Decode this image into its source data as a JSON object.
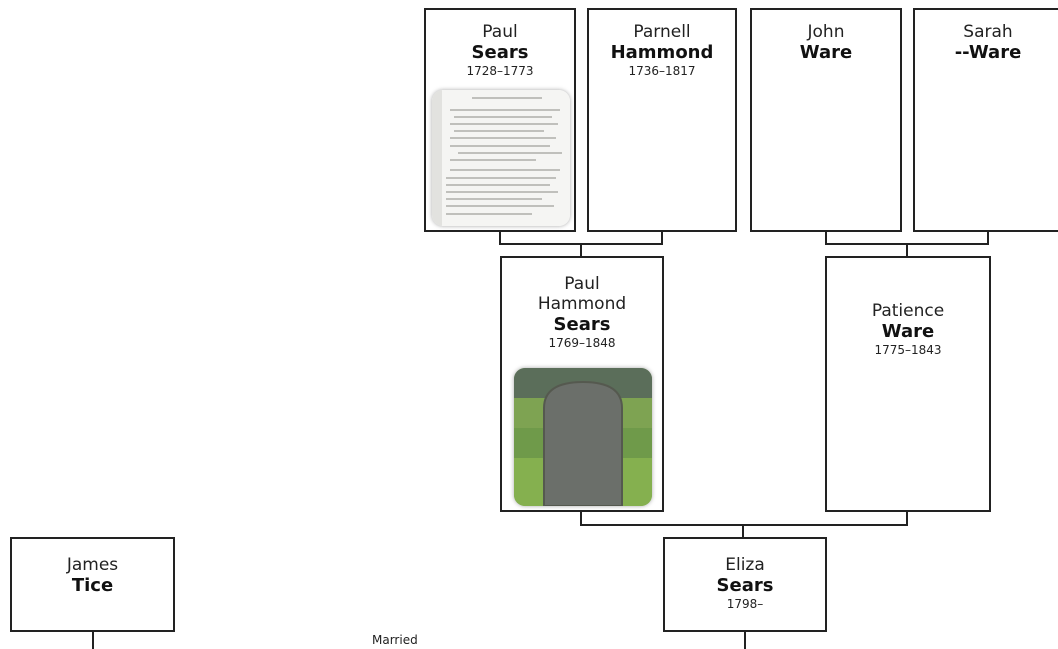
{
  "people": {
    "paul_sears": {
      "given": "Paul",
      "surname": "Sears",
      "dates": "1728–1773",
      "photo": "document-record-thumbnail"
    },
    "parnell_hammond": {
      "given": "Parnell",
      "surname": "Hammond",
      "dates": "1736–1817"
    },
    "john_ware": {
      "given": "John",
      "surname": "Ware",
      "dates": ""
    },
    "sarah_ware": {
      "given": "Sarah",
      "surname": "--Ware",
      "dates": ""
    },
    "paul_hammond_sears": {
      "given": "Paul",
      "given2": "Hammond",
      "surname": "Sears",
      "dates": "1769–1848",
      "photo": "gravestone-thumbnail"
    },
    "patience_ware": {
      "given": "Patience",
      "surname": "Ware",
      "dates": "1775–1843"
    },
    "james_tice": {
      "given": "James",
      "surname": "Tice",
      "dates": ""
    },
    "eliza_sears": {
      "given": "Eliza",
      "surname": "Sears",
      "dates": "1798–"
    }
  },
  "married_label": "Married"
}
